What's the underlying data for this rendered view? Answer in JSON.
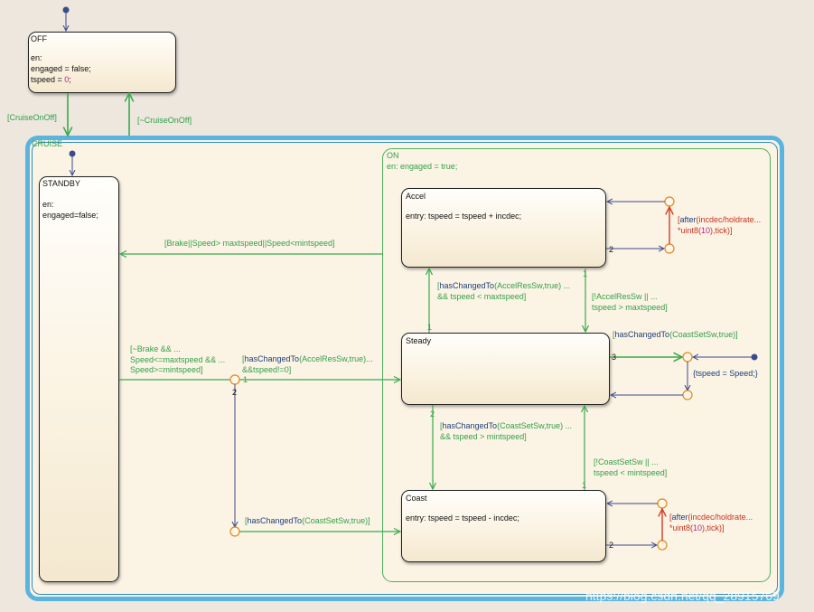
{
  "states": {
    "off": {
      "name": "OFF",
      "entry_lines": [
        "en:",
        "engaged = false;"
      ],
      "tspeed_prefix": "tspeed = ",
      "tspeed_value": "0",
      "tspeed_suffix": ";"
    },
    "cruise": {
      "name": "CRUISE"
    },
    "standby": {
      "name": "STANDBY",
      "body": "en:\nengaged=false;"
    },
    "on": {
      "name": "ON",
      "entry": "en: engaged = true;"
    },
    "accel": {
      "name": "Accel",
      "body": "entry: tspeed = tspeed + incdec;"
    },
    "steady": {
      "name": "Steady"
    },
    "coast": {
      "name": "Coast",
      "body": "entry: tspeed = tspeed - incdec;"
    }
  },
  "transitions": {
    "cruise_on_off": "[CruiseOnOff]",
    "not_cruise_on_off": "[~CruiseOnOff]",
    "brake_speed": "[Brake||Speed> maxtspeed||Speed<mintspeed]",
    "not_brake": "[~Brake && ...\nSpeed<=maxtspeed && ...\nSpeed>=mintspeed]",
    "accel_res_from_standby": {
      "fn": "hasChangedTo",
      "args": "(AccelResSw,true)",
      "rest": "...",
      "line2": "&&tspeed!=0]"
    },
    "coast_set_from_standby": {
      "fn": "hasChangedTo",
      "args": "(CoastSetSw,true)",
      "rest": "]"
    },
    "steady_to_accel": {
      "fn": "hasChangedTo",
      "args": "(AccelResSw,true)",
      "rest": " ...",
      "line2": "&& tspeed < maxtspeed]"
    },
    "accel_to_steady": "[!AccelResSw || ...\ntspeed > maxtspeed]",
    "steady_to_coast": {
      "fn": "hasChangedTo",
      "args": "(CoastSetSw,true)",
      "rest": " ...",
      "line2": "&& tspeed > mintspeed]"
    },
    "coast_to_steady": "[!CoastSetSw || ...\ntspeed < mintspeed]",
    "steady_set": {
      "fn": "hasChangedTo",
      "args": "(CoastSetSw,true)",
      "rest": "]"
    },
    "steady_action": "{tspeed = Speed;}",
    "accel_after": {
      "fn": "after",
      "args": "(incdec/holdrate...",
      "line2_prefix": "*uint8(",
      "line2_num": "10",
      "line2_suffix": "),tick)]"
    },
    "coast_after": {
      "fn": "after",
      "args": "(incdec/holdrate...",
      "line2_prefix": "*uint8(",
      "line2_num": "10",
      "line2_suffix": "),tick)]"
    }
  },
  "priorities": {
    "p1_steady_left": "1",
    "p2_junction": "2",
    "p2_accel": "2",
    "p1_accel_bottom": "1",
    "p1_steady_top": "1",
    "p3_steady": "3",
    "p2_steady_bottom": "2",
    "p1_coast_top": "1",
    "p2_coast": "2"
  },
  "watermark": "https://blog.csdn.net/qq_28915769",
  "colors": {
    "transition": "#3aaa4e",
    "default_transition": "#3d4a8c",
    "cruise_border": "#59b4df",
    "junction": "#e08a1e",
    "after_transition": "#d43b24"
  }
}
